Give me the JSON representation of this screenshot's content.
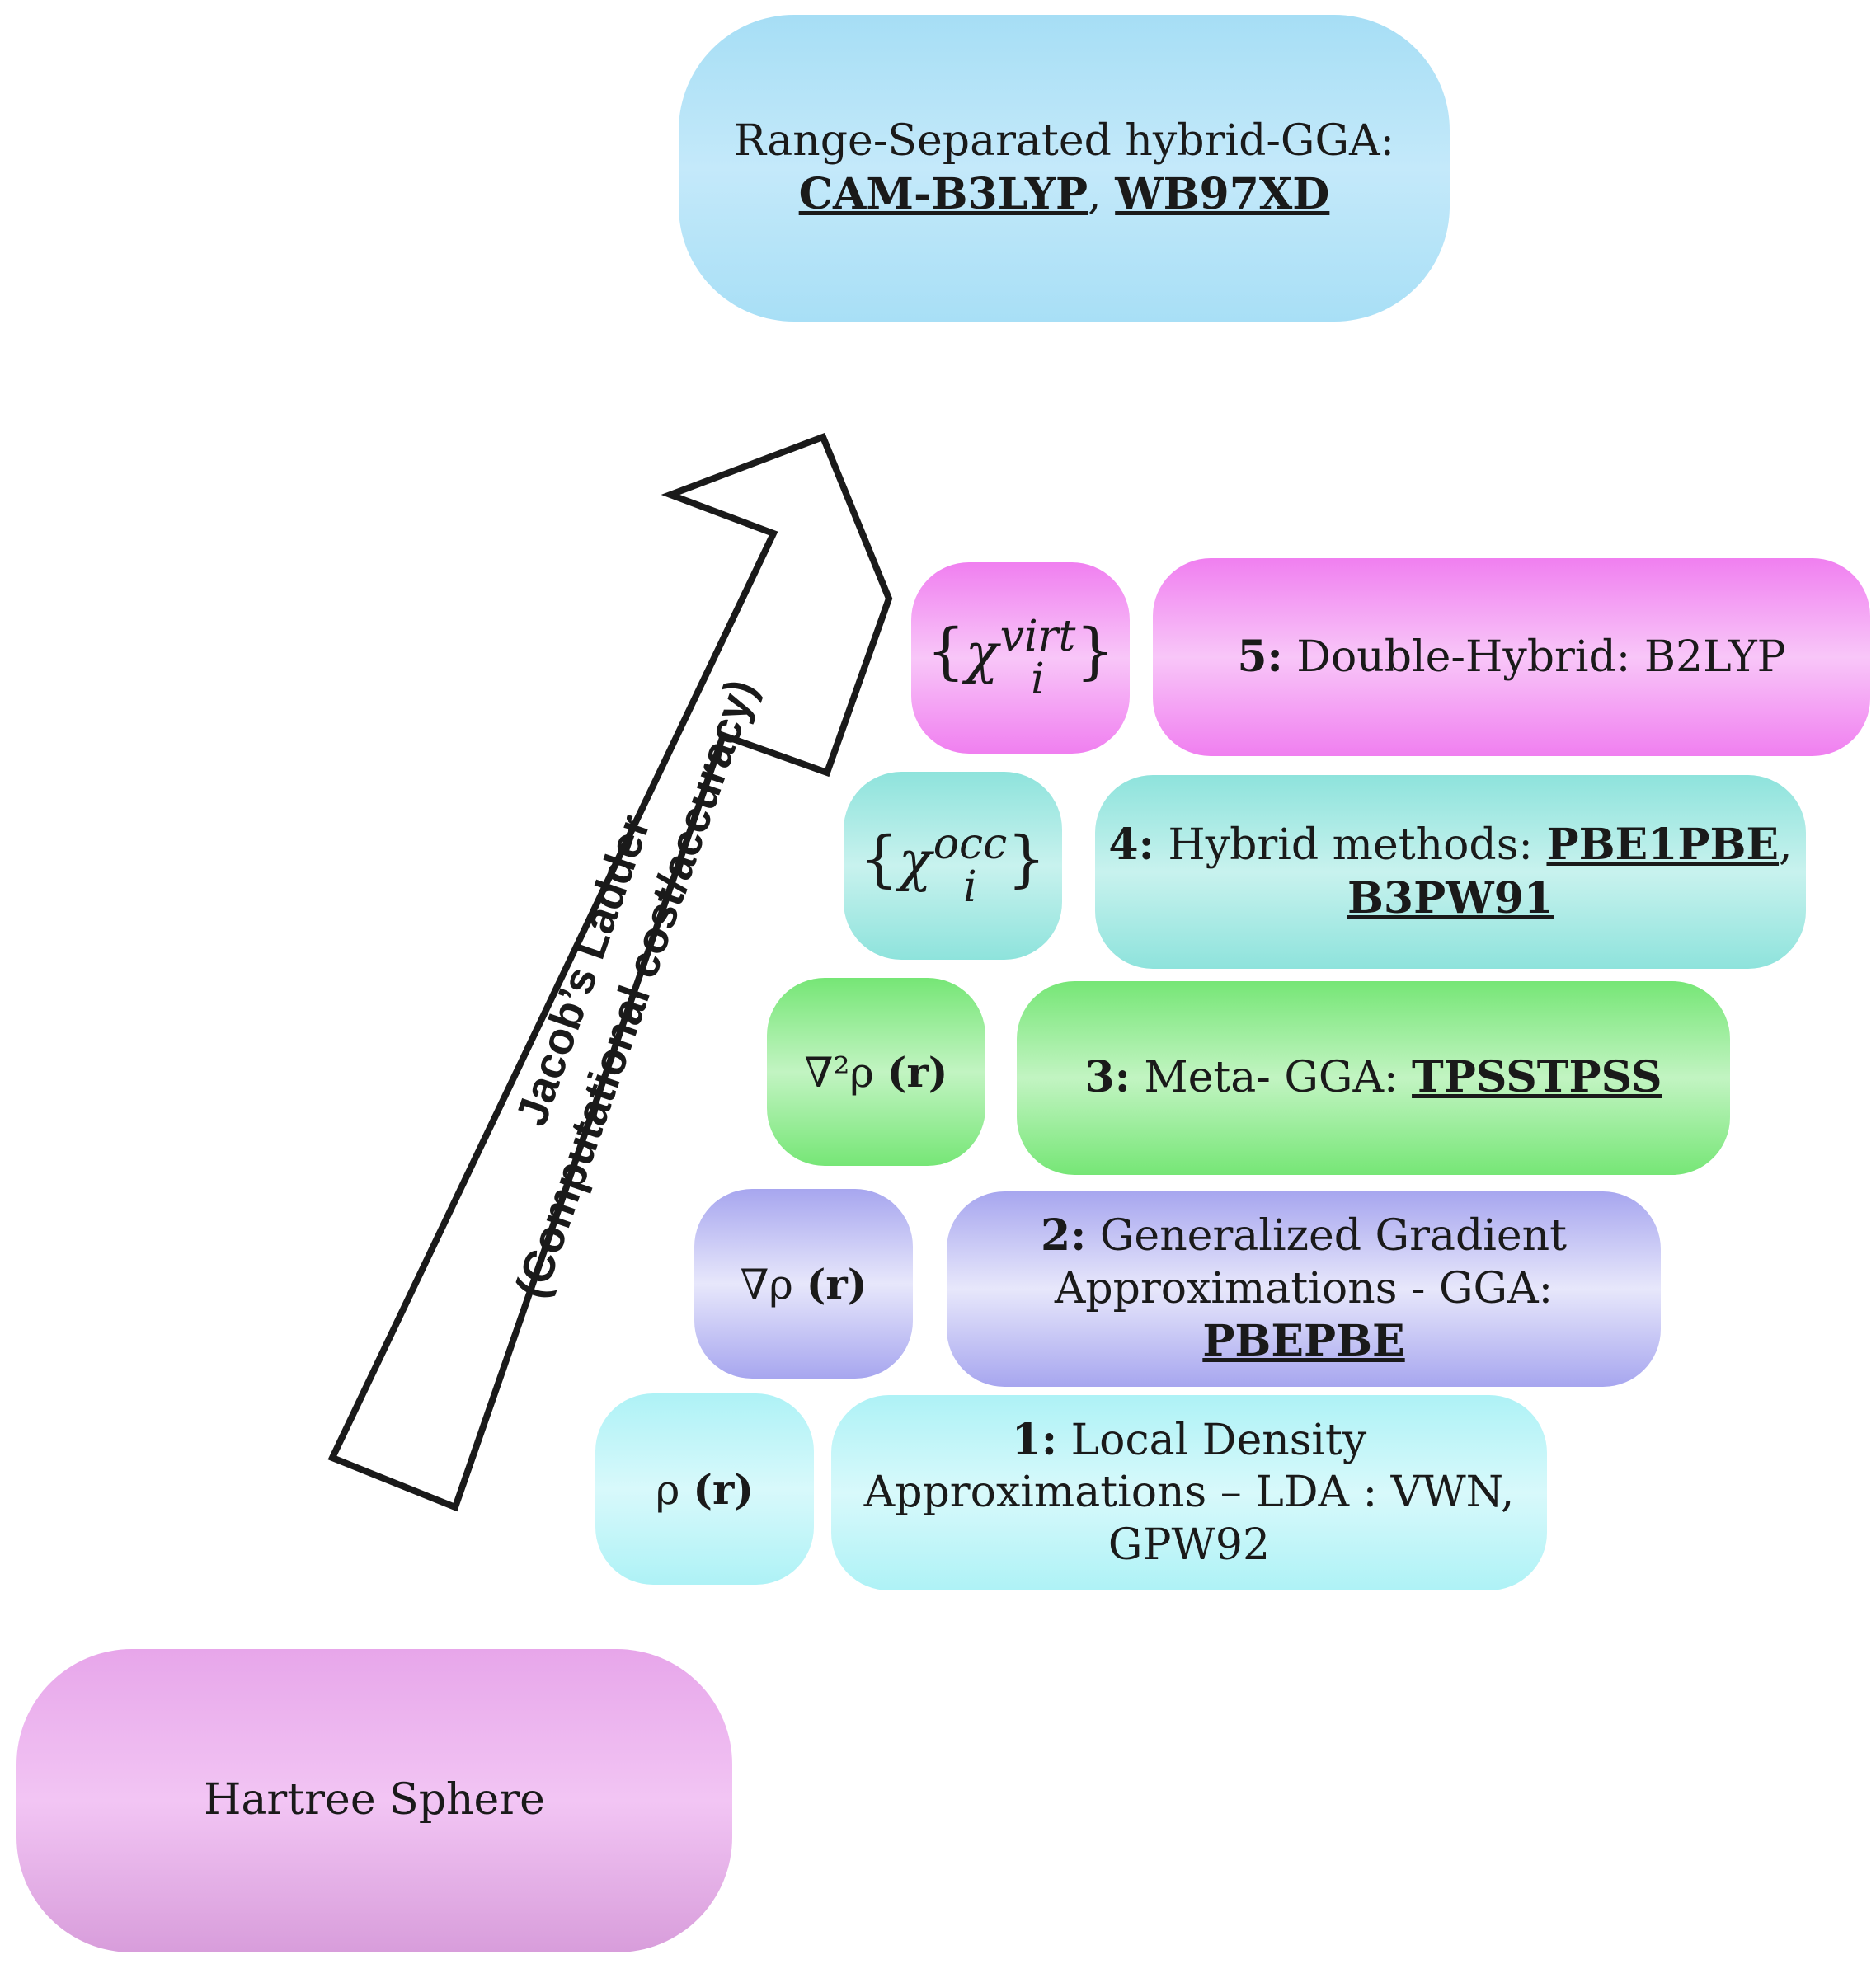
{
  "top": {
    "line1": "Range-Separated hybrid-GGA:",
    "method1": "CAM-B3LYP",
    "sep": ",",
    "method2": "WB97XD"
  },
  "arrow": {
    "line1": "Jacob’s Ladder",
    "line2": "(Computational cost/accuracy)"
  },
  "rungs": {
    "r5": {
      "symbol_base": "χ",
      "symbol_sup": "virt",
      "symbol_sub": "i",
      "num": "5:",
      "text": "Double-Hybrid: B2LYP"
    },
    "r4": {
      "symbol_base": "χ",
      "symbol_sup": "occ",
      "symbol_sub": "i",
      "num": "4:",
      "text": "Hybrid methods:",
      "method1": "PBE1PBE",
      "sep": ",",
      "method2": "B3PW91"
    },
    "r3": {
      "symbol": "∇²ρ",
      "symbol_arg": "(r)",
      "num": "3:",
      "text": "Meta- GGA:",
      "method1": "TPSSTPSS"
    },
    "r2": {
      "symbol": "∇ρ",
      "symbol_arg": "(r)",
      "num": "2:",
      "text1": "Generalized Gradient",
      "text2": "Approximations - GGA:",
      "method1": "PBEPBE"
    },
    "r1": {
      "symbol": "ρ",
      "symbol_arg": "(r)",
      "num": "1:",
      "text1": "Local Density",
      "text2": "Approximations – LDA : VWN,",
      "text3": "GPW92"
    }
  },
  "bottom": {
    "label": "Hartree Sphere"
  }
}
